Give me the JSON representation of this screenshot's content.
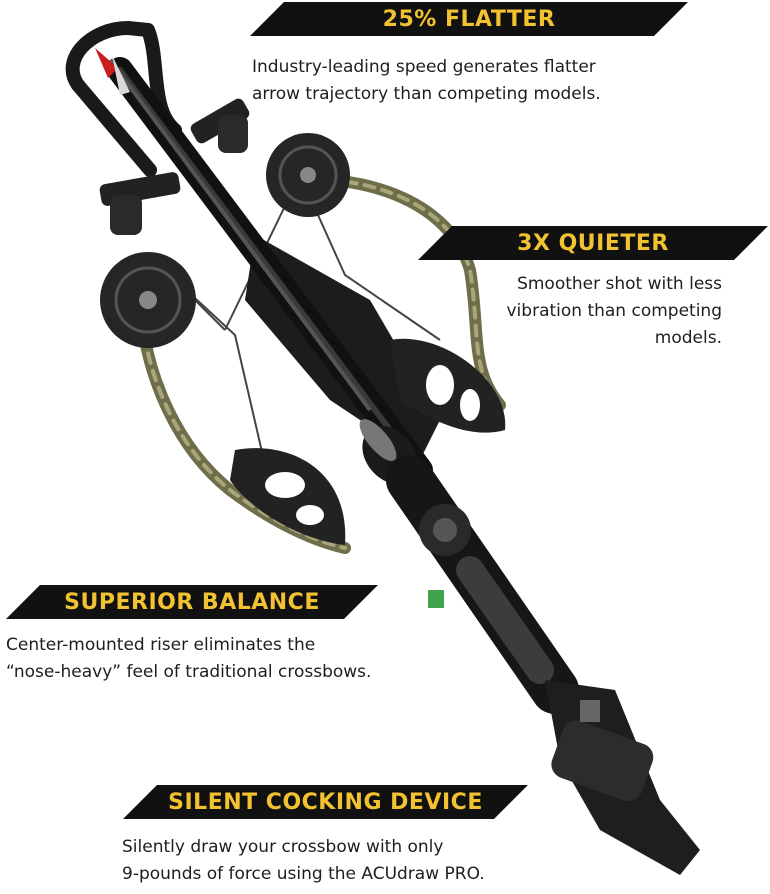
{
  "colors": {
    "banner_background": "#111111",
    "banner_text": "#f2c230",
    "body_text": "#1e1e1e",
    "page_background": "#ffffff",
    "camo_accent": "#7b7a52"
  },
  "image": {
    "subject_icon": "crossbow-illustration"
  },
  "features": [
    {
      "title": "25% FLATTER",
      "lines": [
        "Industry-leading speed generates flatter",
        "arrow trajectory than competing models."
      ]
    },
    {
      "title": "3X QUIETER",
      "lines": [
        "Smoother shot with less",
        "vibration than competing",
        "models."
      ]
    },
    {
      "title": "SUPERIOR BALANCE",
      "lines": [
        "Center-mounted riser eliminates the",
        "“nose-heavy” feel of traditional crossbows."
      ]
    },
    {
      "title": "SILENT COCKING DEVICE",
      "lines": [
        "Silently draw your crossbow with only",
        "9-pounds of force using the ACUdraw PRO."
      ]
    }
  ]
}
